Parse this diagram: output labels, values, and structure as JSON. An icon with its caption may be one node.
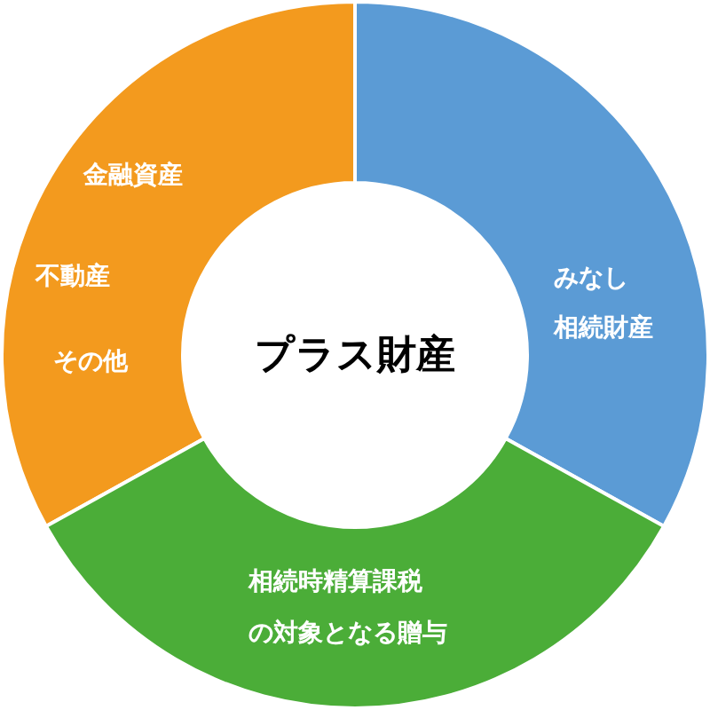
{
  "diagram": {
    "nodes": [
      {
        "text": [
          "金融資産",
          "不動産",
          "その他"
        ]
      },
      {
        "text": [
          "みなし相続財産"
        ]
      },
      {
        "text": [
          "プラス財産"
        ]
      },
      {
        "text": [
          "相続時精算課税の対象となる贈与"
        ]
      }
    ],
    "edges": []
  }
}
